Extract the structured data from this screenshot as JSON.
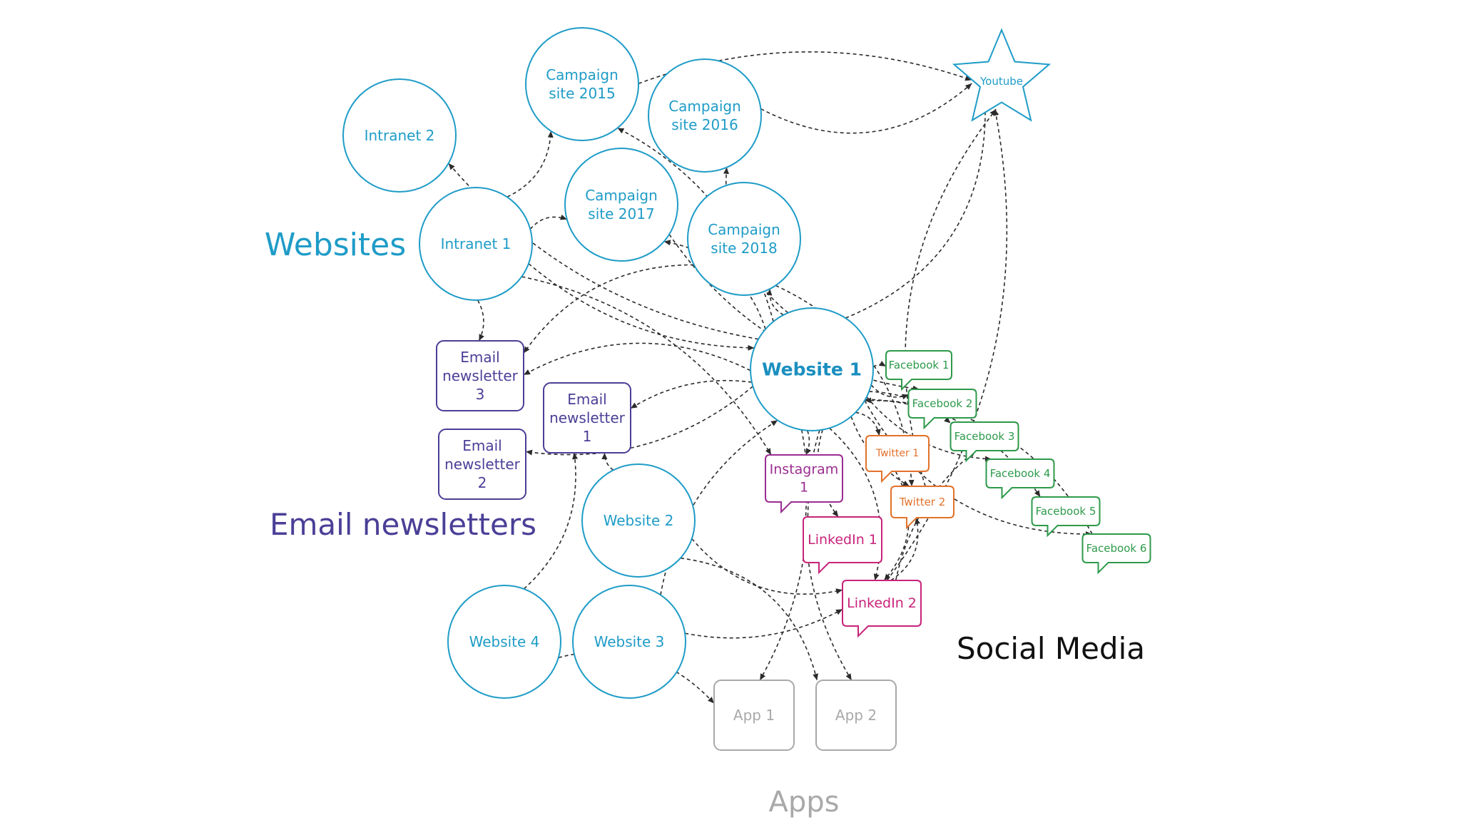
{
  "colors": {
    "website": "#1f9cc7",
    "website_bold": "#1a8fbf",
    "email": "#4a3f97",
    "facebook": "#2e9a4b",
    "twitter": "#e2722b",
    "instagram": "#9b2d91",
    "linkedin": "#c8237a",
    "app": "#a9a9a9",
    "social_label": "#111111",
    "edge": "#2b2b2b"
  },
  "group_labels": {
    "websites": "Websites",
    "email_newsletters": "Email newsletters",
    "social_media": "Social Media",
    "apps": "Apps"
  },
  "websites": [
    {
      "id": "intranet2",
      "lines": [
        "Intranet 2"
      ]
    },
    {
      "id": "intranet1",
      "lines": [
        "Intranet 1"
      ]
    },
    {
      "id": "campaign2015",
      "lines": [
        "Campaign",
        "site 2015"
      ]
    },
    {
      "id": "campaign2016",
      "lines": [
        "Campaign",
        "site 2016"
      ]
    },
    {
      "id": "campaign2017",
      "lines": [
        "Campaign",
        "site 2017"
      ]
    },
    {
      "id": "campaign2018",
      "lines": [
        "Campaign",
        "site 2018"
      ]
    },
    {
      "id": "website1",
      "lines": [
        "Website 1"
      ]
    },
    {
      "id": "website2",
      "lines": [
        "Website 2"
      ]
    },
    {
      "id": "website3",
      "lines": [
        "Website 3"
      ]
    },
    {
      "id": "website4",
      "lines": [
        "Website 4"
      ]
    }
  ],
  "youtube": {
    "id": "youtube",
    "label": "Youtube"
  },
  "email_newsletters": [
    {
      "id": "email3",
      "lines": [
        "Email",
        "newsletter",
        "3"
      ]
    },
    {
      "id": "email2",
      "lines": [
        "Email",
        "newsletter",
        "2"
      ]
    },
    {
      "id": "email1",
      "lines": [
        "Email",
        "newsletter",
        "1"
      ]
    }
  ],
  "social": [
    {
      "id": "facebook1",
      "kind": "facebook",
      "lines": [
        "Facebook 1"
      ]
    },
    {
      "id": "facebook2",
      "kind": "facebook",
      "lines": [
        "Facebook 2"
      ]
    },
    {
      "id": "facebook3",
      "kind": "facebook",
      "lines": [
        "Facebook 3"
      ]
    },
    {
      "id": "facebook4",
      "kind": "facebook",
      "lines": [
        "Facebook 4"
      ]
    },
    {
      "id": "facebook5",
      "kind": "facebook",
      "lines": [
        "Facebook 5"
      ]
    },
    {
      "id": "facebook6",
      "kind": "facebook",
      "lines": [
        "Facebook 6"
      ]
    },
    {
      "id": "twitter1",
      "kind": "twitter",
      "lines": [
        "Twitter 1"
      ]
    },
    {
      "id": "twitter2",
      "kind": "twitter",
      "lines": [
        "Twitter 2"
      ]
    },
    {
      "id": "instagram1",
      "kind": "instagram",
      "lines": [
        "Instagram",
        "1"
      ]
    },
    {
      "id": "linkedin1",
      "kind": "linkedin",
      "lines": [
        "LinkedIn 1"
      ]
    },
    {
      "id": "linkedin2",
      "kind": "linkedin",
      "lines": [
        "LinkedIn 2"
      ]
    }
  ],
  "apps": [
    {
      "id": "app1",
      "lines": [
        "App 1"
      ]
    },
    {
      "id": "app2",
      "lines": [
        "App 2"
      ]
    }
  ],
  "edges": [
    [
      "website1",
      "intranet2"
    ],
    [
      "website1",
      "campaign2015"
    ],
    [
      "website1",
      "campaign2016"
    ],
    [
      "website1",
      "campaign2017"
    ],
    [
      "website1",
      "campaign2018"
    ],
    [
      "website1",
      "email1"
    ],
    [
      "website1",
      "email2"
    ],
    [
      "website1",
      "email3"
    ],
    [
      "website1",
      "facebook1"
    ],
    [
      "website1",
      "facebook2"
    ],
    [
      "website1",
      "facebook3"
    ],
    [
      "website1",
      "facebook4"
    ],
    [
      "website1",
      "facebook5"
    ],
    [
      "website1",
      "facebook6"
    ],
    [
      "website1",
      "twitter1"
    ],
    [
      "website1",
      "twitter2"
    ],
    [
      "website1",
      "instagram1"
    ],
    [
      "website1",
      "linkedin1"
    ],
    [
      "website1",
      "linkedin2"
    ],
    [
      "website1",
      "youtube"
    ],
    [
      "website1",
      "app1"
    ],
    [
      "website1",
      "app2"
    ],
    [
      "intranet1",
      "email3"
    ],
    [
      "intranet1",
      "campaign2015"
    ],
    [
      "intranet1",
      "campaign2017"
    ],
    [
      "intranet1",
      "website1"
    ],
    [
      "intranet1",
      "instagram1"
    ],
    [
      "campaign2018",
      "email3"
    ],
    [
      "campaign2018",
      "twitter2"
    ],
    [
      "campaign2016",
      "youtube"
    ],
    [
      "campaign2015",
      "youtube"
    ],
    [
      "campaign2017",
      "facebook2"
    ],
    [
      "website2",
      "email1"
    ],
    [
      "website2",
      "linkedin2"
    ],
    [
      "website2",
      "app2"
    ],
    [
      "website3",
      "linkedin2"
    ],
    [
      "website3",
      "website1"
    ],
    [
      "website4",
      "email1"
    ],
    [
      "website4",
      "app1"
    ],
    [
      "linkedin2",
      "twitter2"
    ],
    [
      "linkedin2",
      "facebook3"
    ],
    [
      "linkedin2",
      "youtube"
    ],
    [
      "twitter2",
      "youtube"
    ],
    [
      "facebook6",
      "website1"
    ],
    [
      "twitter1",
      "linkedin2"
    ]
  ]
}
